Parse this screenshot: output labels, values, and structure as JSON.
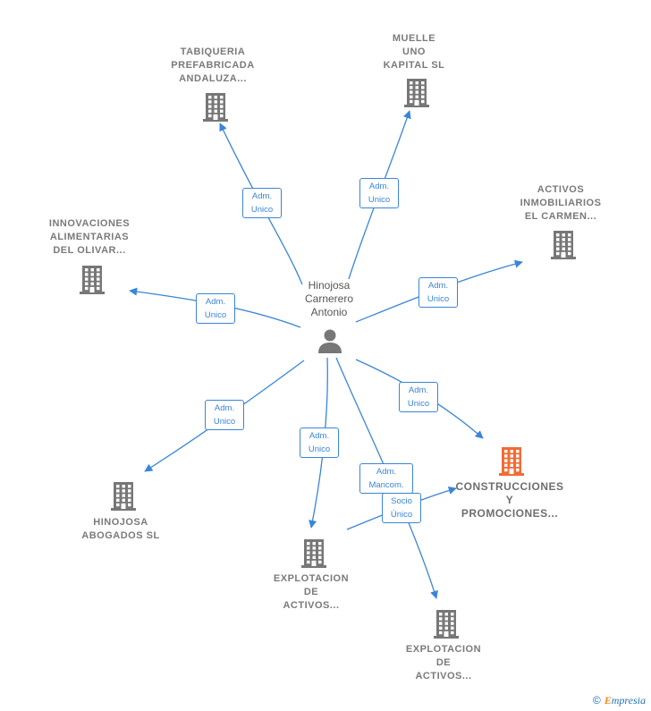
{
  "center": {
    "label": "Hinojosa\nCarnerero\nAntonio",
    "icon": "person-icon"
  },
  "companies": [
    {
      "id": "tabiqueria",
      "label": "TABIQUERIA\nPREFABRICADA\nANDALUZA..."
    },
    {
      "id": "muelle",
      "label": "MUELLE\nUNO\nKAPITAL  SL"
    },
    {
      "id": "activos-carmen",
      "label": "ACTIVOS\nINMOBILIARIOS\nEL CARMEN..."
    },
    {
      "id": "innovaciones",
      "label": "INNOVACIONES\nALIMENTARIAS\nDEL OLIVAR..."
    },
    {
      "id": "construcciones",
      "label": "CONSTRUCCIONES\nY\nPROMOCIONES..."
    },
    {
      "id": "hinojosa-abogados",
      "label": "HINOJOSA\nABOGADOS  SL"
    },
    {
      "id": "explotacion-1",
      "label": "EXPLOTACION\nDE\nACTIVOS..."
    },
    {
      "id": "explotacion-2",
      "label": "EXPLOTACION\nDE\nACTIVOS..."
    }
  ],
  "edges": [
    {
      "label": "Adm.\nUnico"
    },
    {
      "label": "Adm.\nUnico"
    },
    {
      "label": "Adm.\nUnico"
    },
    {
      "label": "Adm.\nUnico"
    },
    {
      "label": "Adm.\nUnico"
    },
    {
      "label": "Adm.\nUnico"
    },
    {
      "label": "Adm.\nUnico"
    },
    {
      "label": "Adm.\nMancom."
    },
    {
      "label": "Socio\nÚnico"
    }
  ],
  "colors": {
    "edge": "#3a85d6",
    "building": "#777777",
    "highlight_building": "#f26b35"
  },
  "footer": {
    "copyright": "©",
    "brand_first": "E",
    "brand_rest": "mpresia"
  }
}
